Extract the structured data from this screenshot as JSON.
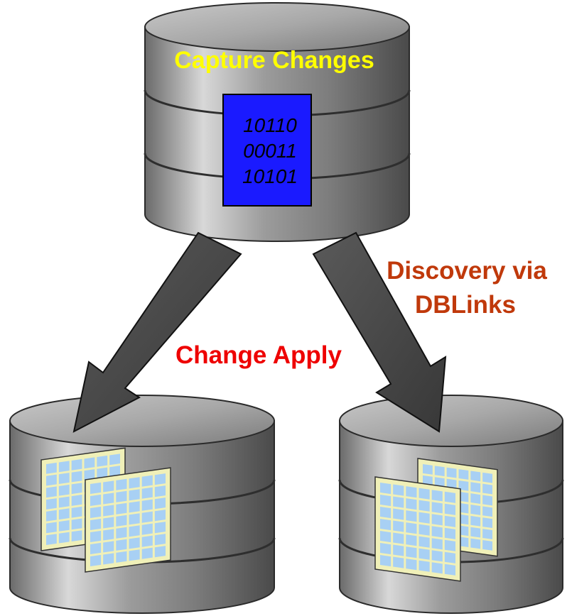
{
  "source_database": {
    "label": "Capture Changes",
    "binary_lines": [
      "10110",
      "00011",
      "10101"
    ]
  },
  "edges": [
    {
      "label": "Change Apply"
    },
    {
      "label_lines": [
        "Discovery via",
        "DBLinks"
      ]
    }
  ],
  "colors": {
    "capture_label": "#ffff00",
    "binary_box_fill": "#1a1aff",
    "change_apply_label": "#ee0000",
    "discovery_label": "#c0390b",
    "arrow_fill": "#454545",
    "sheet_frame": "#f0f0b8",
    "sheet_cell": "#a8d0f4"
  }
}
